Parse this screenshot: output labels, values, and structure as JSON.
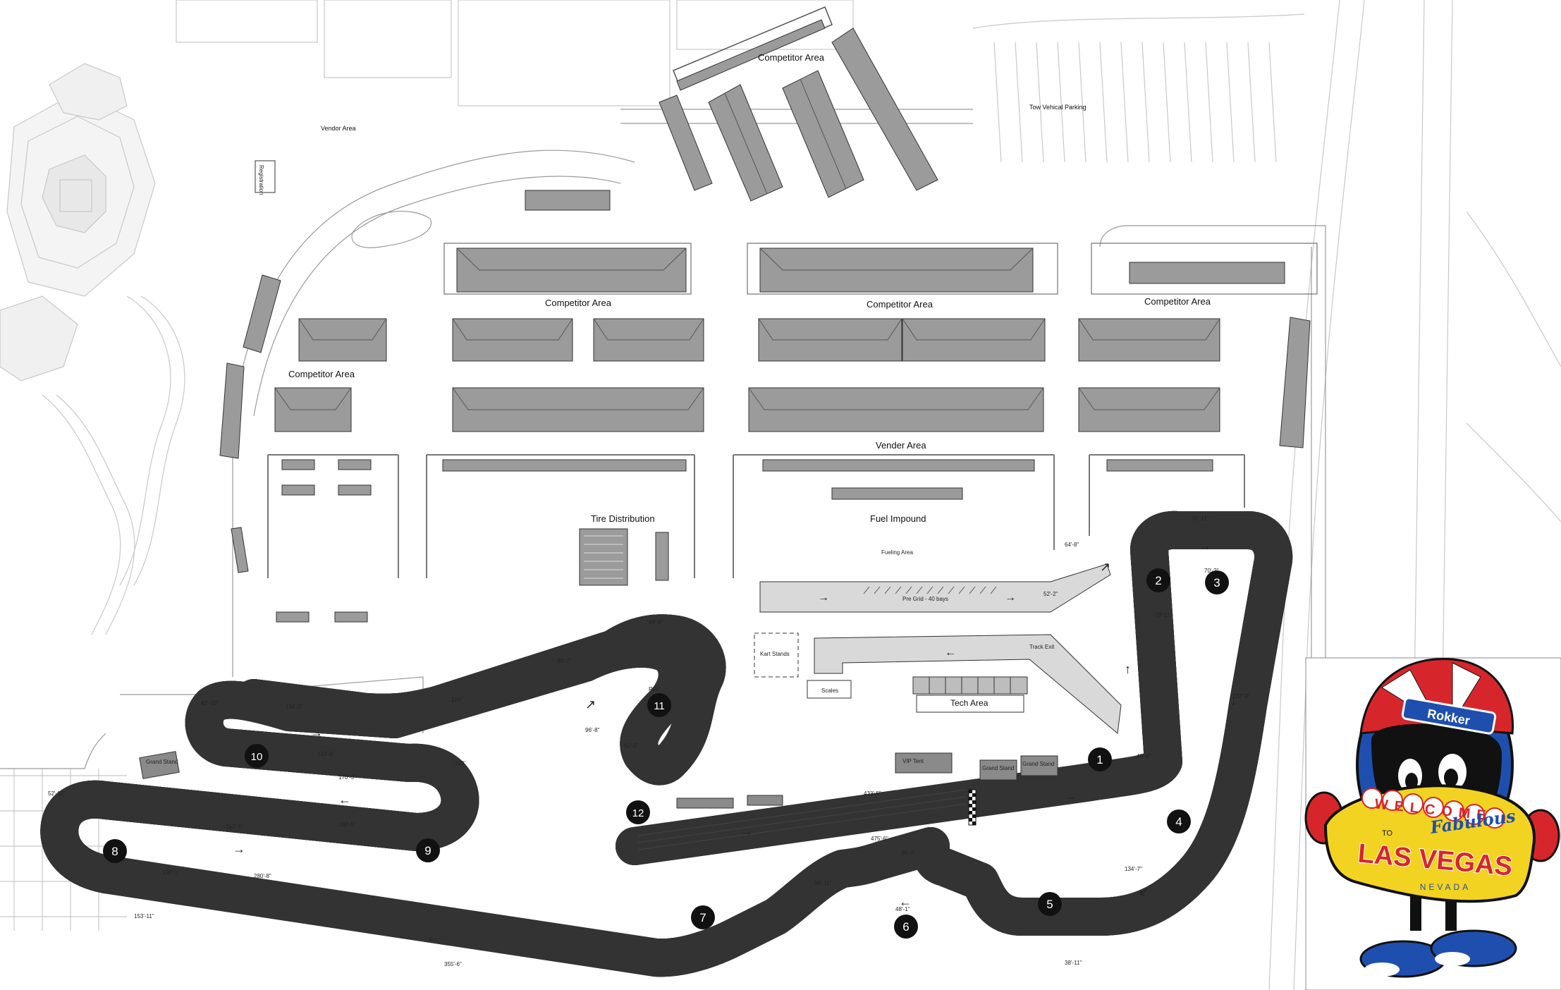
{
  "areas": {
    "competitor_area_top": "Competitor Area",
    "competitor_area_mid": "Competitor Area",
    "competitor_area_center": "Competitor Area",
    "competitor_area_right": "Competitor Area",
    "competitor_area_left": "Competitor Area",
    "vendor_area": "Vendor Area",
    "vender_area": "Vender Area",
    "tow_parking": "Tow Vehical Parking",
    "tire_distribution": "Tire Distribution",
    "fuel_impound": "Fuel Impound",
    "fueling_area": "Fueling Area",
    "pre_grid": "Pre Grid - 40 bays",
    "track_exit": "Track Exit",
    "kart_stands": "Kart Stands",
    "scales": "Scales",
    "tech_area": "Tech Area",
    "vip_tent": "VIP Tent",
    "grand_stand_left": "Grand Stand",
    "grand_stand_1": "Grand Stand",
    "grand_stand_2": "Grand Stand",
    "registration": "Registration"
  },
  "turns": [
    {
      "number": "1"
    },
    {
      "number": "2"
    },
    {
      "number": "3"
    },
    {
      "number": "4"
    },
    {
      "number": "5"
    },
    {
      "number": "6"
    },
    {
      "number": "7"
    },
    {
      "number": "8"
    },
    {
      "number": "9"
    },
    {
      "number": "10"
    },
    {
      "number": "11"
    },
    {
      "number": "12"
    }
  ],
  "dimensions": [
    "70'-11\"",
    "70'-2\"",
    "64'-8\"",
    "52'-2\"",
    "78'-11\"",
    "232'-9\"",
    "40'-6\"",
    "134'-7\"",
    "433'-5\"",
    "475'-6\"",
    "96'-11\"",
    "36'-4\"",
    "355'-6\"",
    "153'-11\"",
    "313'-6\"",
    "180'-5\"",
    "170'-5\"",
    "124'-5\"",
    "134'-2\"",
    "120'",
    "90'-7\"",
    "88'-8\"",
    "96'-8\"",
    "62'-3\"",
    "52'-10\"",
    "280'-8\"",
    "130'-1\"",
    "38'-11\"",
    "48'-1\"",
    "82'-10\"",
    "124'",
    "R20'"
  ],
  "logo": {
    "helmet_brand": "Rokker",
    "welcome": "WELCOME",
    "to": "TO",
    "fabulous": "Fabulous",
    "city": "LAS VEGAS",
    "state": "NEVADA"
  },
  "colors": {
    "track": "#d9d9d9",
    "track_edge": "#333333",
    "curb": "#c0392b",
    "building": "#9a9a9a",
    "helmet_red": "#d7262b",
    "helmet_blue": "#1f4fae",
    "sign_yellow": "#f3d321"
  }
}
